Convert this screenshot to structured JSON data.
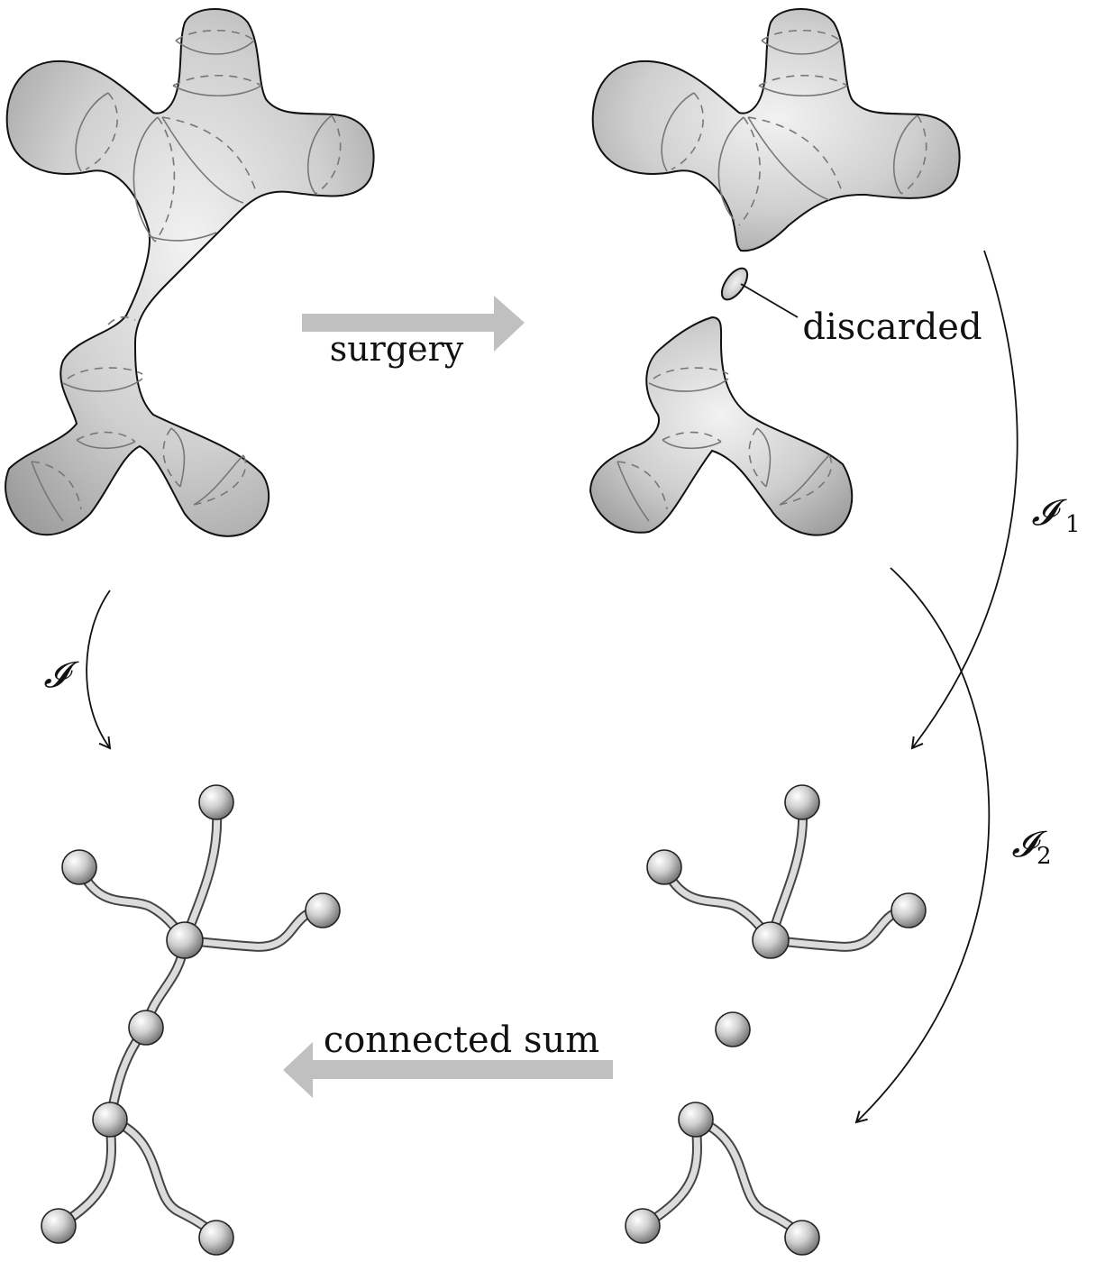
{
  "labels": {
    "surgery": "surgery",
    "discarded": "discarded",
    "connected_sum": "connected sum",
    "map_I": "𝓘",
    "map_I1": "𝓘",
    "map_I1_sub": "1",
    "map_I2": "𝓘",
    "map_I2_sub": "2"
  },
  "colors": {
    "surface_fill": "#c8c8c8",
    "arrow_fill": "#c0c0c0",
    "stroke": "#111111"
  }
}
